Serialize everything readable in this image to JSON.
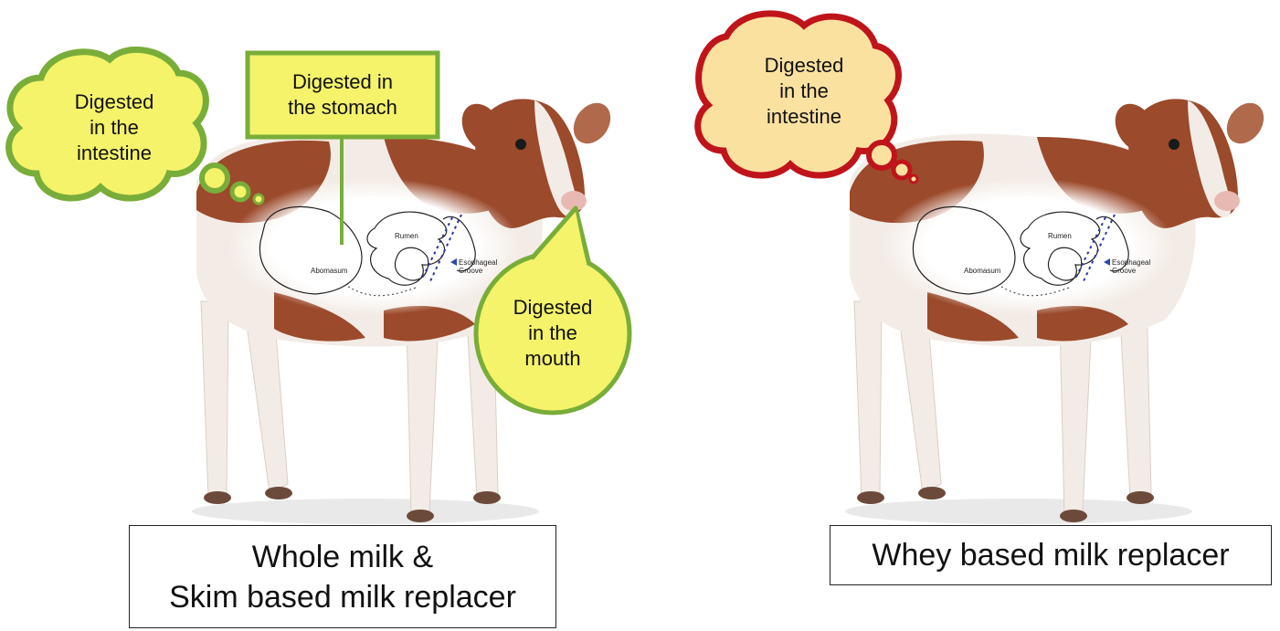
{
  "colors": {
    "calf_brown": "#9b4a2c",
    "calf_white": "#f3ece6",
    "green_border": "#79ad3a",
    "green_fill": "#f4f36a",
    "red_border": "#c0141b",
    "red_fill": "#fbe1a0"
  },
  "left": {
    "cloud_text": "Digested\nin the\nintestine",
    "box_text": "Digested in\nthe stomach",
    "speech_text": "Digested\nin the\nmouth",
    "caption": "Whole milk &\nSkim based milk replacer",
    "diagram": {
      "rumen": "Rumen",
      "abomasum": "Abomasum",
      "esophageal_groove": "Esophageal\nGroove"
    }
  },
  "right": {
    "cloud_text": "Digested\nin the\nintestine",
    "caption": "Whey based milk replacer",
    "diagram": {
      "rumen": "Rumen",
      "abomasum": "Abomasum",
      "esophageal_groove": "Esophageal\nGroove"
    }
  }
}
